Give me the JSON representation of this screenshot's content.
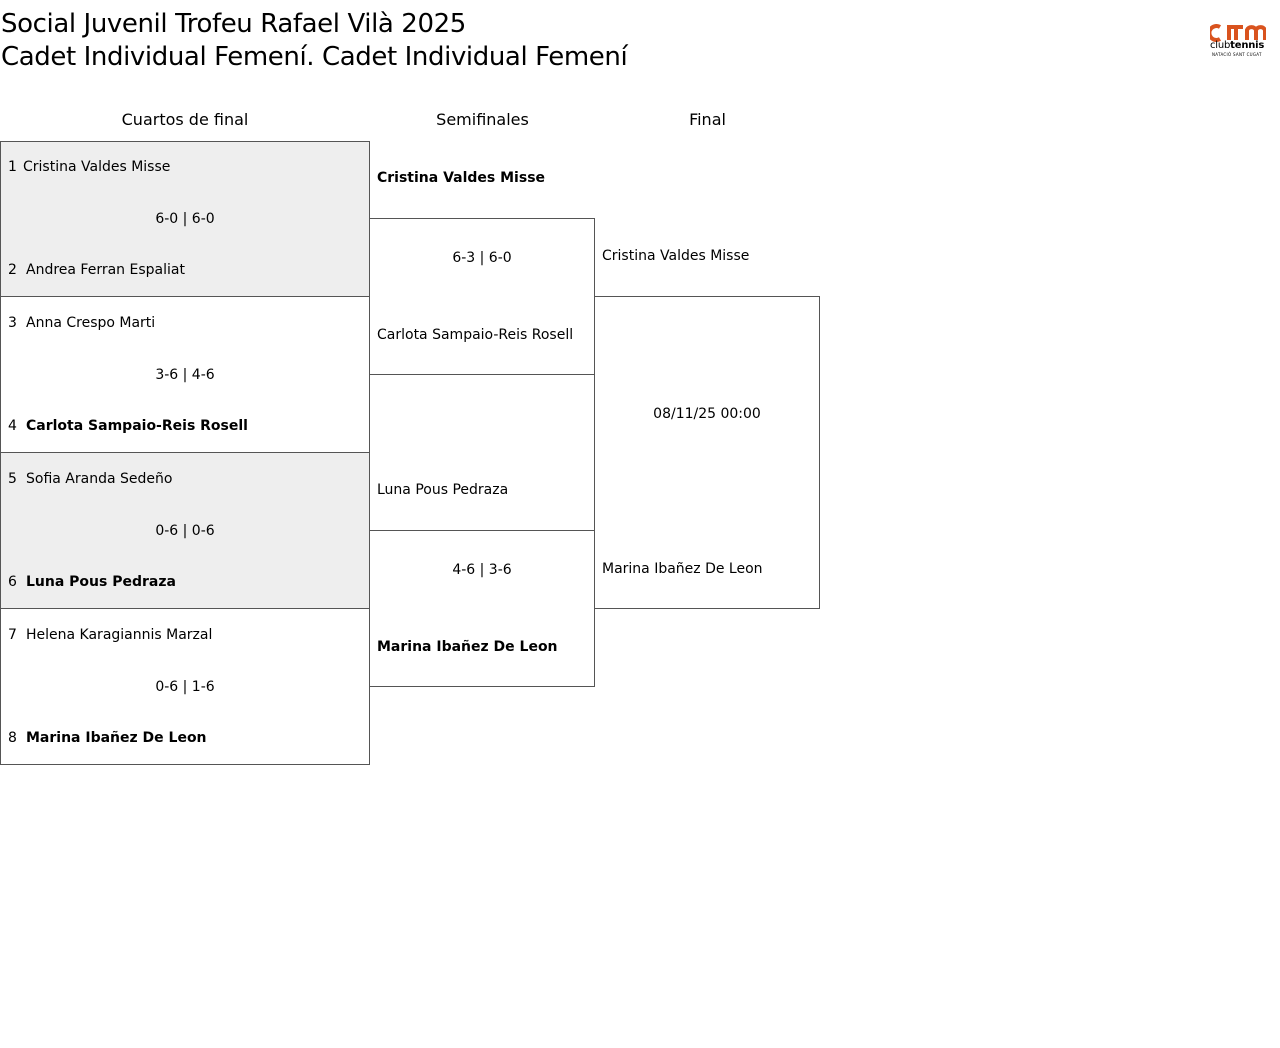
{
  "header": {
    "title_line1": "Social Juvenil Trofeu Rafael Vilà 2025",
    "title_line2": "Cadet Individual Femení. Cadet Individual Femení"
  },
  "logo": {
    "word_light": "club",
    "word_bold": "tennis",
    "sub": "NATACIÓ SANT CUGAT",
    "color": "#d9531e"
  },
  "rounds": {
    "quarterfinals": "Cuartos de final",
    "semifinals": "Semifinales",
    "final": "Final"
  },
  "quarterfinals": [
    {
      "p1_seed": "1",
      "p1_name": "Cristina Valdes Misse",
      "score": "6-0 | 6-0",
      "p2_seed": "2",
      "p2_name": "Andrea Ferran Espaliat"
    },
    {
      "p1_seed": "3",
      "p1_name": "Anna Crespo Marti",
      "score": "3-6 | 4-6",
      "p2_seed": "4",
      "p2_name": "Carlota Sampaio-Reis Rosell"
    },
    {
      "p1_seed": "5",
      "p1_name": "Sofia Aranda Sedeño",
      "score": "0-6 | 0-6",
      "p2_seed": "6",
      "p2_name": "Luna Pous Pedraza"
    },
    {
      "p1_seed": "7",
      "p1_name": "Helena Karagiannis Marzal",
      "score": "0-6 | 1-6",
      "p2_seed": "8",
      "p2_name": "Marina Ibañez De Leon"
    }
  ],
  "semifinals": [
    {
      "p1_name": "Cristina Valdes Misse",
      "score": "6-3 | 6-0",
      "p2_name": "Carlota Sampaio-Reis Rosell"
    },
    {
      "p1_name": "Luna Pous Pedraza",
      "score": "4-6 | 3-6",
      "p2_name": "Marina Ibañez De Leon"
    }
  ],
  "final": {
    "p1_name": "Cristina Valdes Misse",
    "schedule": "08/11/25 00:00",
    "p2_name": "Marina Ibañez De Leon"
  }
}
